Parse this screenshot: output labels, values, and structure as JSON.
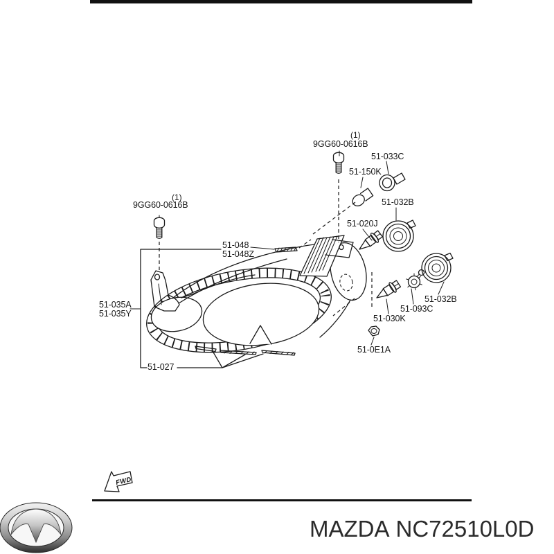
{
  "diagram": {
    "fwd_label": "FWD",
    "callouts": {
      "bolt_right_qty": "(1)",
      "bolt_right": "9GG60-0616B",
      "socket": "51-033C",
      "bulb_signal": "51-150K",
      "ring_upper": "51-032B",
      "bulb_low": "51-020J",
      "bolt_left_qty": "(1)",
      "bolt_left": "9GG60-0616B",
      "trim_strip": "51-048",
      "trim_strip_alt": "51-048Z",
      "headlamp_unit": "51-035A",
      "headlamp_unit_alt": "51-035Y",
      "ring_lower": "51-032B",
      "bulb_holder": "51-093C",
      "bulb_high": "51-030K",
      "clip": "51-0E1A",
      "lower_strip": "51-027"
    }
  },
  "footer": {
    "brand": "MAZDA",
    "part_code": "NC72510L0D"
  },
  "colors": {
    "line": "#1a1a1a",
    "footer_text": "#2b2b2b",
    "logo_chrome": "#c9c9c9"
  }
}
